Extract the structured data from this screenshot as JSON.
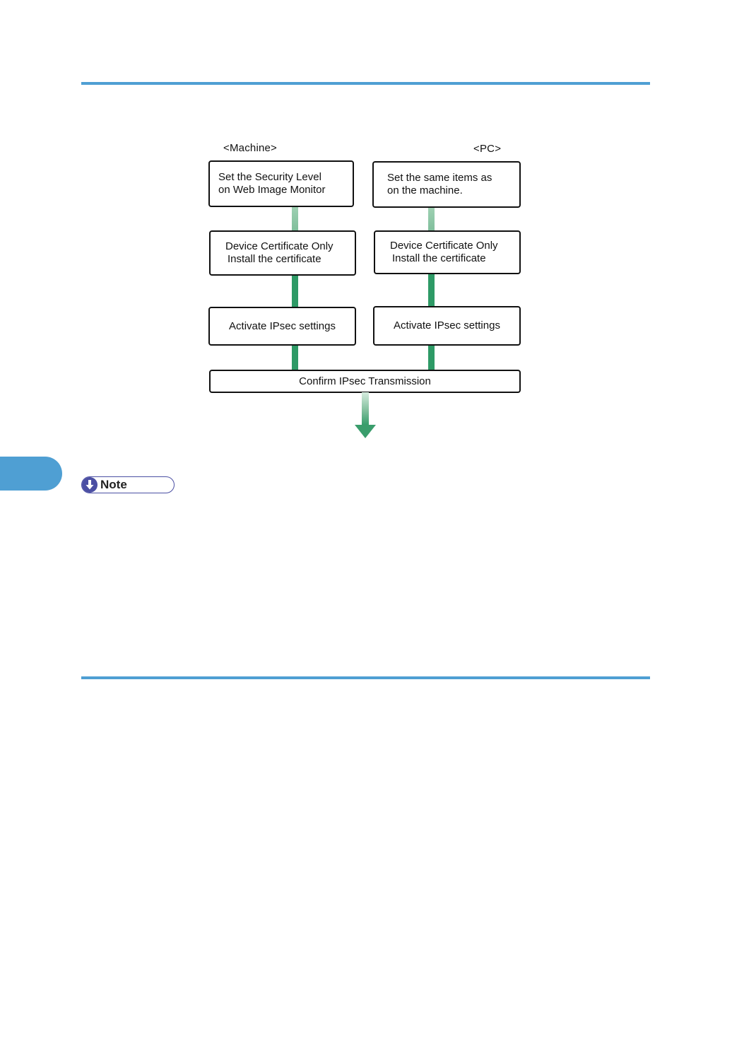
{
  "diagram": {
    "machine_label": "<Machine>",
    "pc_label": "<PC>",
    "machine_steps": [
      {
        "line1": "Set the Security Level",
        "line2": "on Web Image Monitor"
      },
      {
        "line1": "Device Certificate Only",
        "line2": "Install the certificate"
      },
      {
        "line1": "Activate IPsec settings",
        "line2": ""
      }
    ],
    "pc_steps": [
      {
        "line1": "Set the same items as",
        "line2": "on the machine."
      },
      {
        "line1": "Device Certificate Only",
        "line2": "Install the certificate"
      },
      {
        "line1": "Activate IPsec settings",
        "line2": ""
      }
    ],
    "final_step": "Confirm IPsec Transmission"
  },
  "note": {
    "label": "Note",
    "icon": "down-arrow-circle-icon"
  },
  "colors": {
    "rule": "#4f9fd3",
    "connector_dark": "#2e9a66",
    "connector_light": "#8fc7a6",
    "note_icon": "#4b4fa3"
  }
}
